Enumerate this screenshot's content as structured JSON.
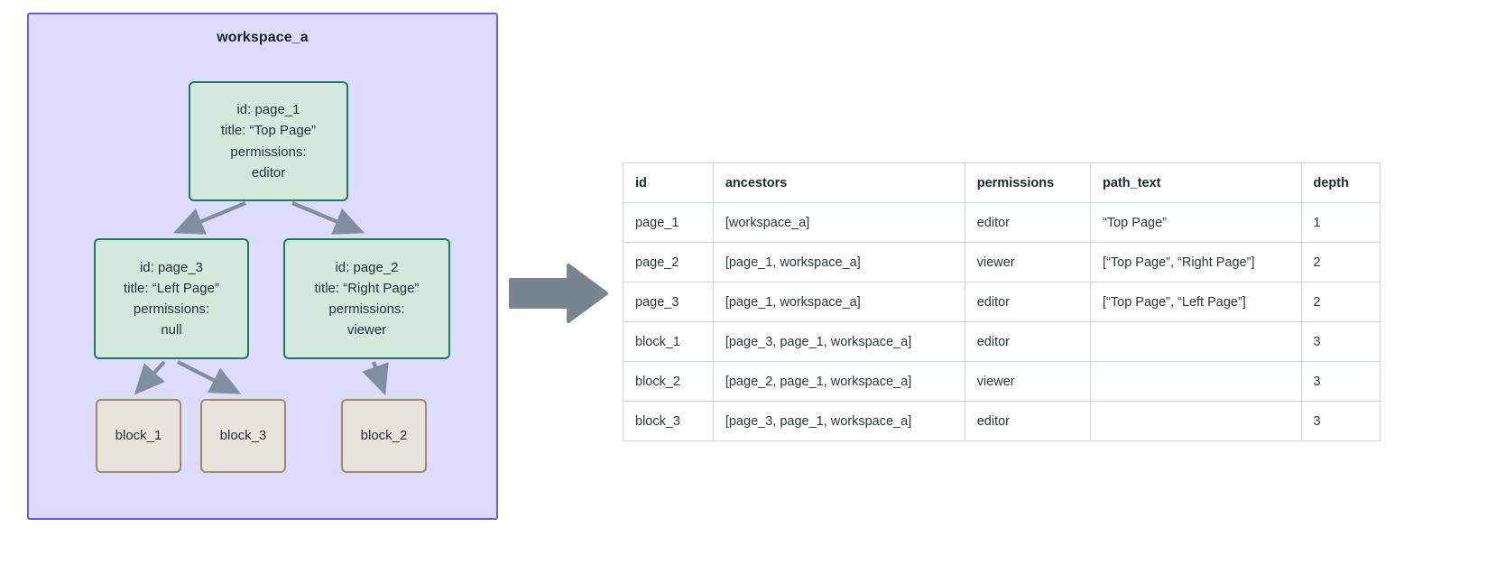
{
  "workspace": {
    "title": "workspace_a",
    "container_fill": "#dedcfb",
    "container_border": "#6c5ce7",
    "page_node_fill": "#d4e8dd",
    "page_node_border": "#1c7a5e",
    "block_node_fill": "#e8e4db",
    "block_node_border": "#9b8b6d",
    "edge_color": "#7f8fa0",
    "transition_arrow_color": "#78848f",
    "nodes": [
      {
        "key": "page_1",
        "type": "page",
        "line1": "id: page_1",
        "line2": "title: “Top Page”",
        "line3": "permissions:",
        "line4": "editor"
      },
      {
        "key": "page_3",
        "type": "page",
        "line1": "id: page_3",
        "line2": "title: “Left Page”",
        "line3": "permissions:",
        "line4": "null"
      },
      {
        "key": "page_2",
        "type": "page",
        "line1": "id: page_2",
        "line2": "title: “Right Page”",
        "line3": "permissions:",
        "line4": "viewer"
      },
      {
        "key": "block_1",
        "type": "block",
        "label": "block_1"
      },
      {
        "key": "block_3",
        "type": "block",
        "label": "block_3"
      },
      {
        "key": "block_2",
        "type": "block",
        "label": "block_2"
      }
    ],
    "edges": [
      {
        "from": "page_1",
        "to": "page_3"
      },
      {
        "from": "page_1",
        "to": "page_2"
      },
      {
        "from": "page_3",
        "to": "block_1"
      },
      {
        "from": "page_3",
        "to": "block_3"
      },
      {
        "from": "page_2",
        "to": "block_2"
      }
    ]
  },
  "table": {
    "columns": [
      "id",
      "ancestors",
      "permissions",
      "path_text",
      "depth"
    ],
    "rows": [
      {
        "id": "page_1",
        "ancestors": "[workspace_a]",
        "permissions": "editor",
        "path_text": "“Top Page”",
        "depth": "1"
      },
      {
        "id": "page_2",
        "ancestors": "[page_1, workspace_a]",
        "permissions": "viewer",
        "path_text": "[“Top Page”, “Right Page”]",
        "depth": "2"
      },
      {
        "id": "page_3",
        "ancestors": "[page_1, workspace_a]",
        "permissions": "editor",
        "path_text": "[“Top Page”, “Left Page”]",
        "depth": "2"
      },
      {
        "id": "block_1",
        "ancestors": "[page_3, page_1, workspace_a]",
        "permissions": "editor",
        "path_text": "",
        "depth": "3"
      },
      {
        "id": "block_2",
        "ancestors": "[page_2, page_1, workspace_a]",
        "permissions": "viewer",
        "path_text": "",
        "depth": "3"
      },
      {
        "id": "block_3",
        "ancestors": "[page_3, page_1, workspace_a]",
        "permissions": "editor",
        "path_text": "",
        "depth": "3"
      }
    ]
  }
}
